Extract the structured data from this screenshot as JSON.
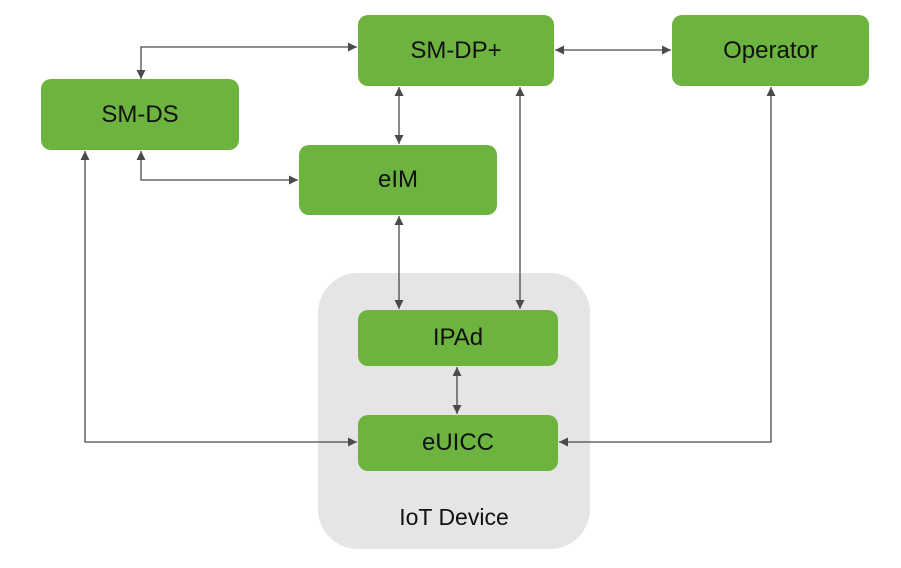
{
  "group": {
    "label": "IoT Device"
  },
  "nodes": {
    "sm_dp": "SM-DP+",
    "operator": "Operator",
    "sm_ds": "SM-DS",
    "eim": "eIM",
    "ipad": "IPAd",
    "euicc": "eUICC"
  },
  "colors": {
    "node_fill": "#6db33f",
    "group_fill": "#e6e4e4",
    "arrow": "#4a4a4a"
  },
  "connections": [
    {
      "from": "SM-DS",
      "to": "SM-DP+",
      "direction": "both"
    },
    {
      "from": "SM-DP+",
      "to": "Operator",
      "direction": "both"
    },
    {
      "from": "SM-DP+",
      "to": "eIM",
      "direction": "both"
    },
    {
      "from": "SM-DP+",
      "to": "IPAd",
      "direction": "both"
    },
    {
      "from": "SM-DS",
      "to": "eIM",
      "direction": "both"
    },
    {
      "from": "eIM",
      "to": "IPAd",
      "direction": "both"
    },
    {
      "from": "IPAd",
      "to": "eUICC",
      "direction": "both"
    },
    {
      "from": "SM-DS",
      "to": "eUICC",
      "direction": "both"
    },
    {
      "from": "Operator",
      "to": "eUICC",
      "direction": "both"
    }
  ]
}
